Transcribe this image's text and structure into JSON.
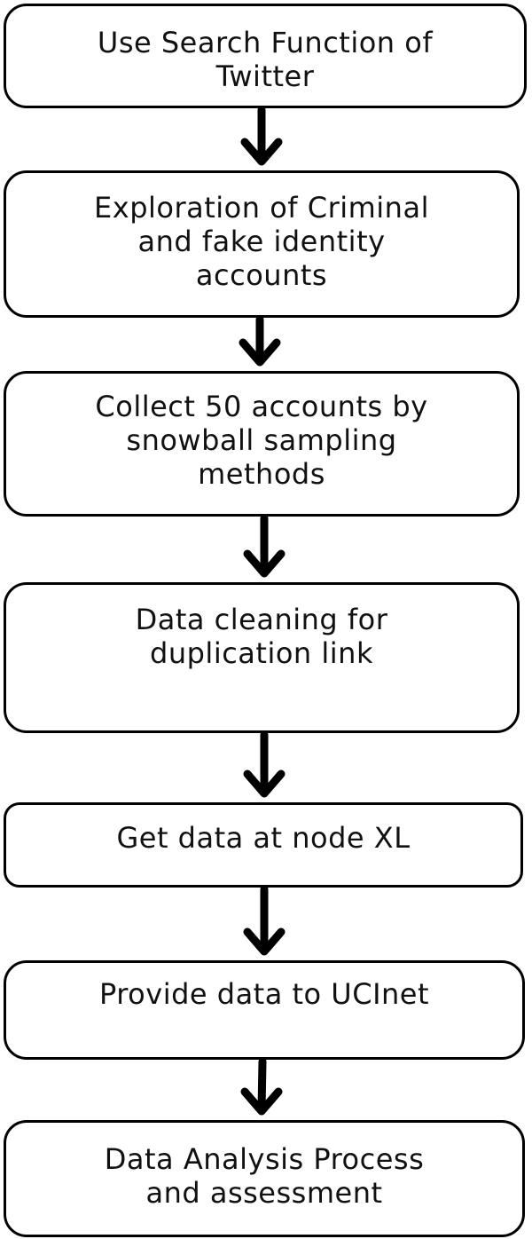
{
  "steps": [
    {
      "lines": [
        "Use Search Function of",
        "Twitter"
      ]
    },
    {
      "lines": [
        "Exploration of Criminal",
        "and fake identity",
        "accounts"
      ]
    },
    {
      "lines": [
        "Collect 50 accounts by",
        "snowball sampling",
        "methods"
      ]
    },
    {
      "lines": [
        "Data cleaning for",
        "duplication link"
      ]
    },
    {
      "lines": [
        "Get data at node XL"
      ]
    },
    {
      "lines": [
        "Provide data to UCInet"
      ]
    },
    {
      "lines": [
        "Data Analysis Process",
        "and assessment"
      ]
    }
  ],
  "colors": {
    "stroke": "#000000",
    "text": "#111111",
    "background": "#ffffff"
  }
}
